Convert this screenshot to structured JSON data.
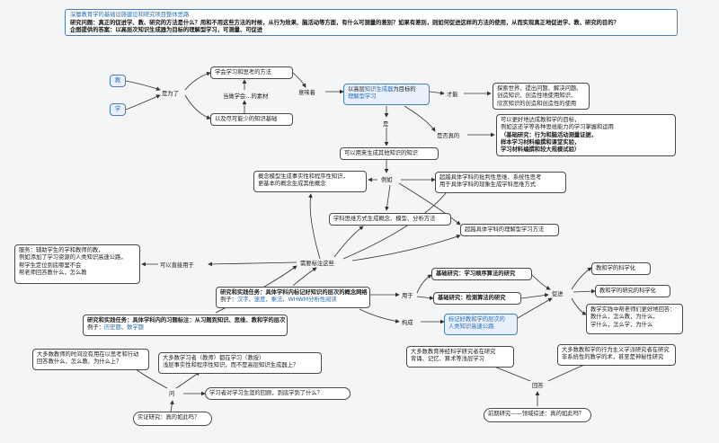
{
  "header": {
    "title": "深層教育学的基础设施建设和研究项目整体思路",
    "question_label": "研究问题：",
    "question": "真正的促进学、教、研究的方法是什么？用和不用这些方法的时候，从行为效果、脑活动等方面，有什么可测量的差别？如果有差别，则如何促进这样的方法的使用，从而实现真正地促进学、教、研究的目的？",
    "answer": "企图提供的答案：以高层次知识生成器为目标的理解型学习，可测量、可促进"
  },
  "nodes": {
    "jiao": "教",
    "xue": "学",
    "learn_think": "学会学习和思考的方法",
    "min_knowledge": "以及尽可能少的知识基础",
    "gen_goal_prefix": "以高层",
    "gen_goal_link": "知识生成器",
    "gen_goal_suffix": "为目标的",
    "gen_goal_line2": "理解型学习",
    "explore_1": "探索世界、提出问题、解决问题、",
    "explore_2": "创造知识、创造性地使用知识、",
    "explore_3": "欣赏知识的创造和创造性的使用",
    "verify_1": "可以更好地达成教和学的目标，",
    "verify_2": "例如这还学等各种思维能力的学习掌握和运用",
    "verify_3": "（基础研究：行为和脑活动测量证据，",
    "verify_4": "样本学习材料编撰和课堂实验，",
    "verify_5": "学习材料编撰和较大规模试验）",
    "generate_other": "可以用来生成其他知识的知识",
    "concept_1": "概念模型生成事实性和程序性知识，",
    "concept_2": "更基本的概念生成其他概念",
    "beyond_1": "超越具体学科的批判性思维、系统性思考",
    "beyond_2": "用于具体学科的现象生成学科思维方式",
    "thinking_modes": "学科思维方式生成概念、模型、分析方法",
    "beyond_understanding": "超越具体学科的理解型学习方法",
    "service_1": "服务：辅助学生的学和教师的教，",
    "service_2": "例如添加了学习资源的人类知识高速公路，",
    "service_3": "帮学生定位到底哪里不会",
    "service_4": "帮老师回答教什么，怎么教",
    "practice1_title": "研究和实践任务：具体学科内标记好知识的层次的概念网络",
    "practice1_example_label": "例子：",
    "practice1_examples": [
      "汉字",
      "速度",
      "乘法",
      "WHWM分析性阅读"
    ],
    "practice2_title": "研究和实践任务：具体学科内的习题标注：从习题到知识、思维、教和学的层次",
    "practice2_example_label": "例子：",
    "practice2_examples": [
      "历史题",
      "数学题"
    ],
    "basic_algo": "基础研究：学习顺序算法的研究",
    "basic_detect": "基础研究：检测算法的研究",
    "highway_1": "标记好教和学的层次的",
    "highway_2": "人类知识高速公路",
    "edu_science": "教和学的科学化",
    "research_science": "教和学的研究的科学化",
    "teacher_practice_1": "教学实践中帮老师们更好地回答：",
    "teacher_practice_2": "教什么，怎么教，为什么，",
    "teacher_practice_3": "学什么，怎么学，为什么",
    "teachers_say_1": "大多数教师的时间没有用在以思考和行动",
    "teachers_say_2": "回答教什么、怎么教、为什么上？",
    "learners_1": "大多数学习者（教师）都在学习（教授）",
    "learners_2": "浅层事实性和程序性知识，而不是高层知识生成器上？",
    "neuro_1": "大多数教育神经科学研究者在研究",
    "neuro_2": "背诵、记忆、算术等浅层学习",
    "mind_1": "大多数教和学的行为主义学派研究者在研究",
    "mind_2": "非系统性的教学的术，甚至是神秘性研究",
    "learner_study": "学习者对学习生涯的回顾，到底学到了什么？",
    "empirical": "实证研究：真的如此吗？",
    "prior": "前期研究——领域综述：真的如此吗？"
  },
  "labels": {
    "is_for": "是为了",
    "when_learn": "当做学会…的素材",
    "means": "意味着",
    "enables": "才能",
    "is": "是",
    "really": "是否真的",
    "for_example": "例如",
    "can_directly": "可以直接用于",
    "need_mark": "需要标注这些",
    "used_for": "用于",
    "promote": "促进",
    "forms": "构成",
    "ask": "问",
    "answer": "回答"
  },
  "colors": {
    "accent": "#2a6cb8",
    "border": "#4a4a4a",
    "blue_border": "#4a7fb5",
    "blue_fill": "#e8f1fb",
    "background": "#f4f5f6"
  }
}
